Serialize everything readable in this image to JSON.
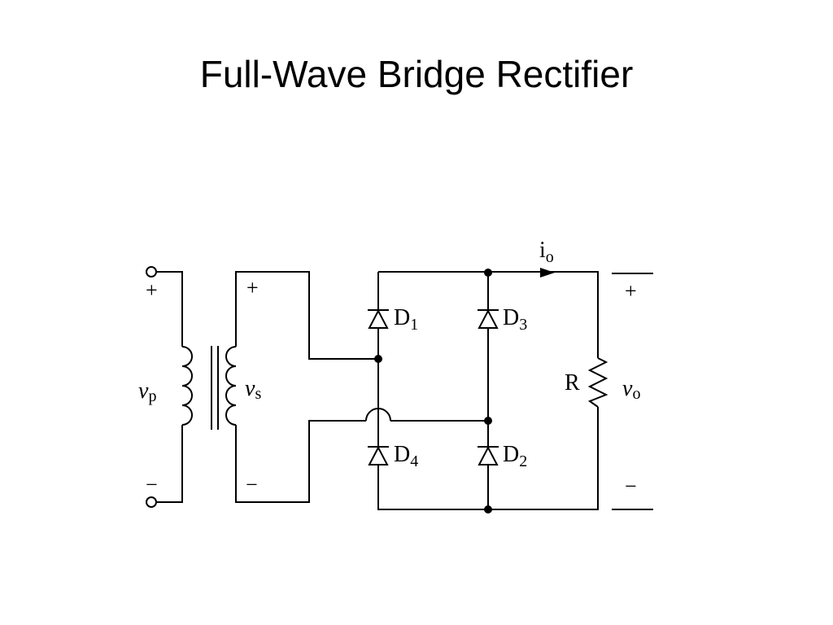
{
  "title": "Full-Wave Bridge Rectifier",
  "labels": {
    "primary_plus": "+",
    "primary_minus": "−",
    "primary_voltage": "v",
    "primary_voltage_sub": "p",
    "secondary_plus": "+",
    "secondary_minus": "−",
    "secondary_voltage": "v",
    "secondary_voltage_sub": "s",
    "d1": "D",
    "d1_sub": "1",
    "d2": "D",
    "d2_sub": "2",
    "d3": "D",
    "d3_sub": "3",
    "d4": "D",
    "d4_sub": "4",
    "resistor": "R",
    "output_current": "i",
    "output_current_sub": "o",
    "output_plus": "+",
    "output_minus": "−",
    "output_voltage": "v",
    "output_voltage_sub": "o"
  }
}
